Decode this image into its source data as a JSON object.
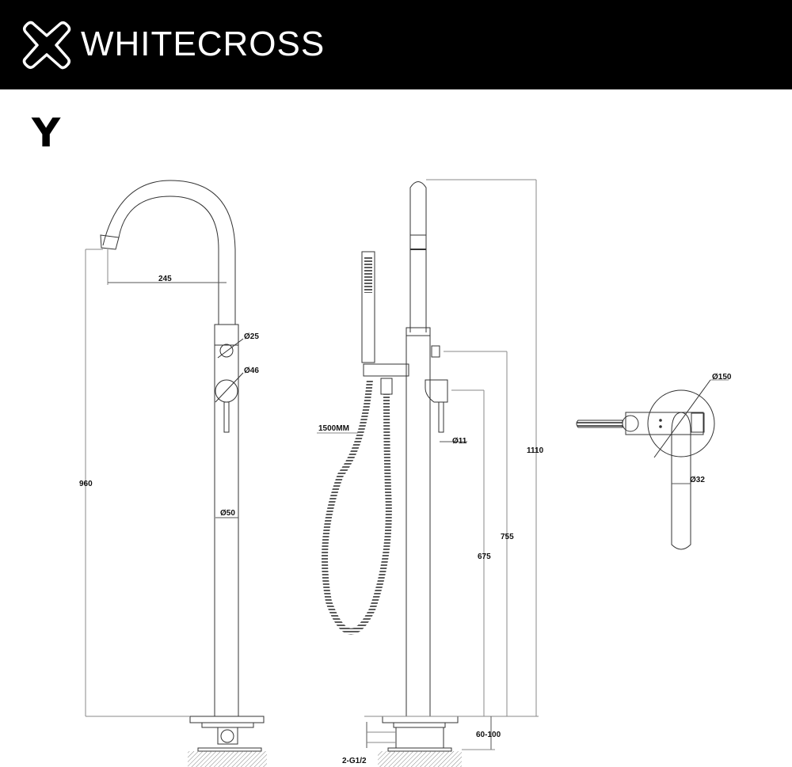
{
  "header": {
    "brand": "WHITECROSS",
    "logo_icon": "cross-outline-icon",
    "background": "#000000",
    "text_color": "#ffffff"
  },
  "model": {
    "label": "Y"
  },
  "views": {
    "side_view": {
      "dimensions": {
        "spout_reach": "245",
        "total_height": "960",
        "small_knob_dia": "Ø25",
        "handle_dia": "Ø46",
        "body_dia": "Ø50"
      }
    },
    "front_view": {
      "dimensions": {
        "hose_length": "1500MM",
        "lever_dia": "Ø11",
        "overall_height": "1110",
        "diverter_height": "755",
        "handle_height": "675",
        "install_depth": "60-100",
        "inlet": "2-G1/2"
      }
    },
    "top_view": {
      "dimensions": {
        "escutcheon_dia": "Ø150",
        "spout_dia": "Ø32"
      }
    }
  }
}
